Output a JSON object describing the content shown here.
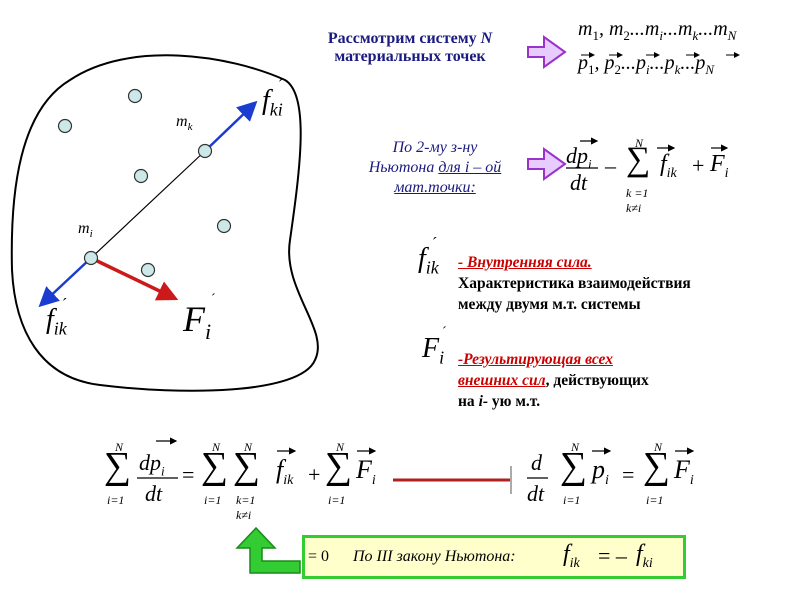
{
  "system_title": {
    "line1_prefix": "Рассмотрим систему",
    "line1_var": "N",
    "line2": "материальных точек"
  },
  "points_list": {
    "line1": [
      "m",
      "1",
      ", m",
      "2",
      "...m",
      "i",
      "...m",
      "k",
      "...m",
      "N"
    ],
    "line2": [
      "p",
      "1",
      ", p",
      "2",
      "...p",
      "i",
      "...p",
      "k",
      "...p",
      "N"
    ]
  },
  "newton_label": {
    "line1": "По 2-му з-ну",
    "line2_prefix": "Ньютона",
    "line2_underlined": "для i – ой",
    "line3": "мат.точки:"
  },
  "equation_second_law": {
    "d": "d",
    "p": "p",
    "sub_i": "i",
    "dt": "dt",
    "minus": "–",
    "plus": "+",
    "sum_top": "N",
    "sum_bottom1": "k =1",
    "sum_bottom2": "k≠i",
    "f": "f",
    "sub_ik": "ik",
    "F": "F"
  },
  "internal_force": {
    "symbol": "f",
    "sub": "ik",
    "title": "- Внутренняя сила.",
    "desc1": "Характеристика взаимодействия",
    "desc2": "между двумя м.т. системы"
  },
  "external_force": {
    "symbol": "F",
    "sub": "i",
    "title1": "-Результирующая всех",
    "title2": "внешних сил",
    "desc_tail": ", действующих",
    "desc2_prefix": "на",
    "desc2_var": "i-",
    "desc2_tail": "ую м.т."
  },
  "body_labels": {
    "mk": "m",
    "mk_sub": "k",
    "mi": "m",
    "mi_sub": "i",
    "fki": "f",
    "fki_sub": "ki",
    "fik": "f",
    "fik_sub": "ik",
    "Fi": "F",
    "Fi_sub": "i"
  },
  "sum_equation": {
    "N": "N",
    "i1": "i=1",
    "k1": "k=1",
    "kneqi": "k≠i",
    "eq": "=",
    "plus": "+",
    "d": "d",
    "dt": "dt",
    "p": "p",
    "sub_i": "i",
    "f": "f",
    "sub_ik": "ik",
    "F": "F"
  },
  "third_law": {
    "eq_zero": "= 0",
    "label": "По III закону Ньютона:",
    "f": "f",
    "sub_ik": "ik",
    "eq": "= –",
    "sub_ki": "ki"
  },
  "colors": {
    "arrow_purple": "#9933cc",
    "arrow_fill": "#e6ccff",
    "blue": "#1a3cd0",
    "red": "#cc1a1a",
    "dark_red": "#b02020",
    "green": "#33cc33",
    "point_fill": "#cce8e8"
  }
}
